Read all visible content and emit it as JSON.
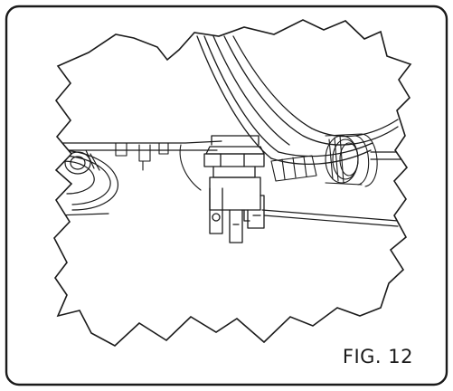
{
  "figure": {
    "label": "FIG. 12"
  },
  "illustration": {
    "colors": {
      "line": "#1a1a1a",
      "fill": "#ffffff",
      "shade": "#d9d9d9"
    },
    "icons": {
      "pump-housing": "pump-housing-drawing",
      "fitting": "connector-fitting-drawing",
      "hose-coupling": "threaded-coupling-drawing",
      "wheel": "wheel-drawing"
    }
  }
}
